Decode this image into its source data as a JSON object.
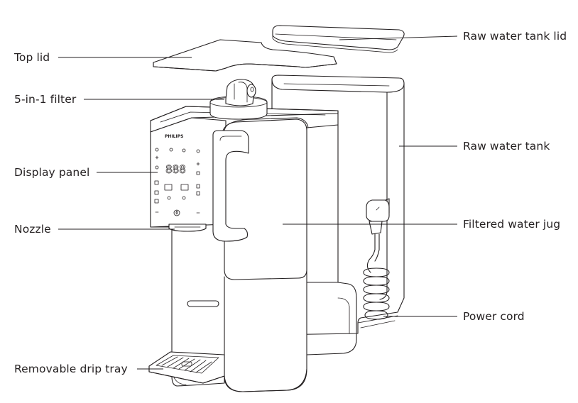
{
  "labels": {
    "top_lid": "Top lid",
    "filter": "5-in-1 filter",
    "display_panel": "Display panel",
    "nozzle": "Nozzle",
    "drip_tray": "Removable drip tray",
    "raw_tank_lid": "Raw water tank lid",
    "raw_tank": "Raw water tank",
    "jug": "Filtered water jug",
    "power_cord": "Power cord"
  },
  "brand": "PHILIPS",
  "display_digits": "888",
  "colors": {
    "line": "#231f20",
    "background": "#ffffff"
  }
}
